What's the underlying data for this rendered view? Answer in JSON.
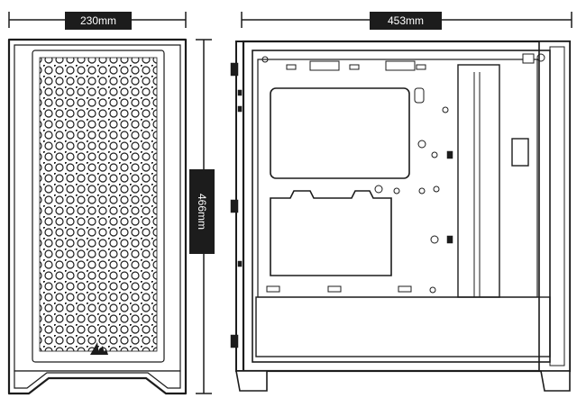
{
  "dimensions": {
    "width": "230mm",
    "depth": "453mm",
    "height": "466mm"
  },
  "colors": {
    "outline": "#1c1c1c",
    "label_background": "#1c1c1c",
    "label_text": "#ffffff"
  },
  "icons": {
    "front_logo": "corsair-sails-logo"
  }
}
